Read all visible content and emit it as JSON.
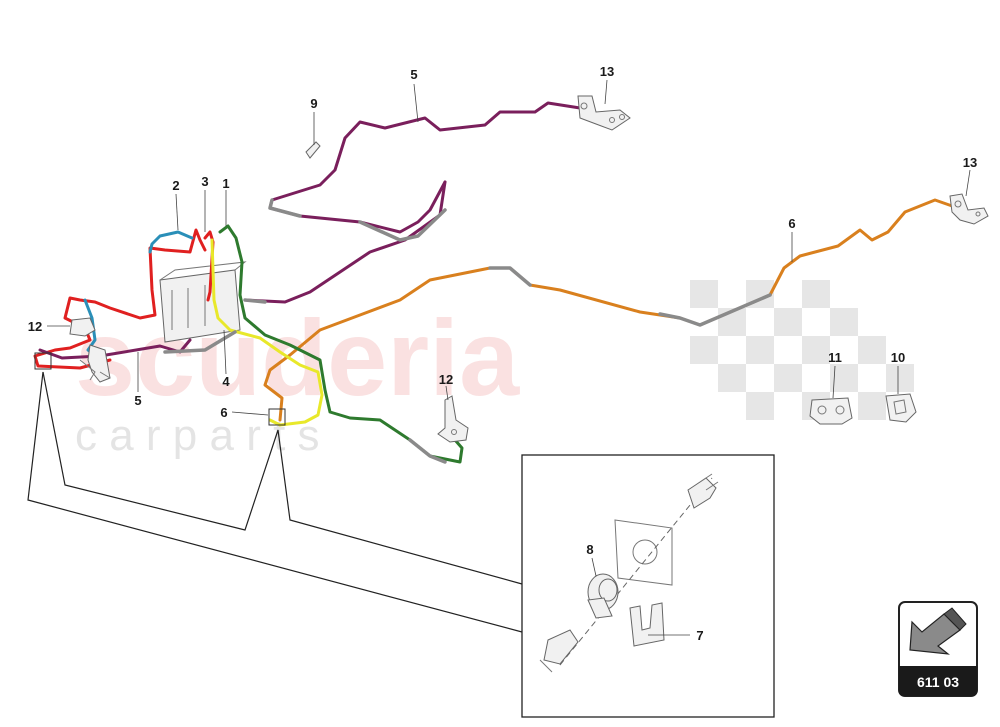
{
  "watermark": {
    "brand": "scuderia",
    "tagline": "c a r   p a r t s"
  },
  "callouts": [
    {
      "id": "c5-top",
      "label": "5"
    },
    {
      "id": "c13-top",
      "label": "13"
    },
    {
      "id": "c9",
      "label": "9"
    },
    {
      "id": "c13-right",
      "label": "13"
    },
    {
      "id": "c2",
      "label": "2"
    },
    {
      "id": "c3",
      "label": "3"
    },
    {
      "id": "c1",
      "label": "1"
    },
    {
      "id": "c6-right",
      "label": "6"
    },
    {
      "id": "c12-left",
      "label": "12"
    },
    {
      "id": "c4",
      "label": "4"
    },
    {
      "id": "c5-left",
      "label": "5"
    },
    {
      "id": "c6-left",
      "label": "6"
    },
    {
      "id": "c12-mid",
      "label": "12"
    },
    {
      "id": "c11",
      "label": "11"
    },
    {
      "id": "c10",
      "label": "10"
    },
    {
      "id": "c8",
      "label": "8"
    },
    {
      "id": "c7",
      "label": "7"
    }
  ],
  "group_badge": {
    "code": "611 03",
    "icon": "arrow-icon"
  },
  "colors": {
    "purple_pipe": "#7a1f5c",
    "orange_pipe": "#d9801e",
    "red_pipe": "#e02020",
    "blue_pipe": "#2a8fb8",
    "yellow_pipe": "#e8e82a",
    "green_pipe": "#2e7a2e",
    "grey_pipe": "#8a8a8a"
  }
}
